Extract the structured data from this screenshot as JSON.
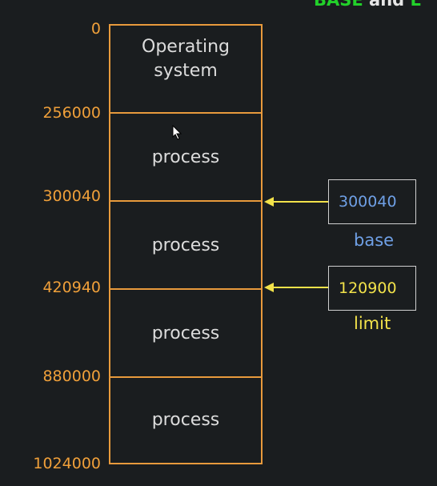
{
  "heading": {
    "keyword_base": "BASE",
    "connector": "and",
    "keyword_limit_partial": "L"
  },
  "addresses": [
    "0",
    "256000",
    "300040",
    "420940",
    "880000",
    "1024000"
  ],
  "segments": [
    {
      "label_line1": "Operating",
      "label_line2": "system"
    },
    {
      "label_line1": "process"
    },
    {
      "label_line1": "process"
    },
    {
      "label_line1": "process"
    },
    {
      "label_line1": "process"
    }
  ],
  "registers": {
    "base": {
      "value": "300040",
      "label": "base",
      "color": "#6fa0e6"
    },
    "limit": {
      "value": "120900",
      "label": "limit",
      "color": "#f2e24a"
    }
  },
  "colors": {
    "background": "#1a1d1f",
    "memory_border": "#e89a3c",
    "address_text": "#f0a03a",
    "heading_keyword": "#22d12a",
    "arrow": "#f2e24a"
  },
  "icons": {
    "pointer": "mouse-pointer-icon"
  }
}
